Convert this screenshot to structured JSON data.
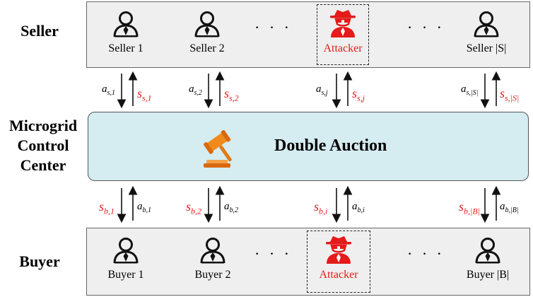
{
  "rows": {
    "seller_label": "Seller",
    "center_label_lines": [
      "Microgrid",
      "Control",
      "Center"
    ],
    "buyer_label": "Buyer"
  },
  "center": {
    "title": "Double Auction",
    "icon": "gavel-icon"
  },
  "sellers": [
    {
      "name": "Seller 1",
      "icon": "user-tie-icon"
    },
    {
      "name": "Seller 2",
      "icon": "user-tie-icon"
    },
    {
      "name": "Attacker",
      "icon": "spy-icon"
    },
    {
      "name": "Seller |S|",
      "icon": "user-tie-icon"
    }
  ],
  "buyers": [
    {
      "name": "Buyer 1",
      "icon": "user-tie-icon"
    },
    {
      "name": "Buyer 2",
      "icon": "user-tie-icon"
    },
    {
      "name": "Attacker",
      "icon": "spy-icon"
    },
    {
      "name": "Buyer |B|",
      "icon": "user-tie-icon"
    }
  ],
  "ellipsis": "· · ·",
  "seller_links": [
    {
      "down": {
        "base": "a",
        "sub": "s,1"
      },
      "up": {
        "base": "s",
        "sub": "s,1"
      }
    },
    {
      "down": {
        "base": "a",
        "sub": "s,2"
      },
      "up": {
        "base": "s",
        "sub": "s,2"
      }
    },
    {
      "down": {
        "base": "a",
        "sub": "s,j"
      },
      "up": {
        "base": "s",
        "sub": "s,j"
      }
    },
    {
      "down": {
        "base": "a",
        "sub": "s,|S|"
      },
      "up": {
        "base": "s",
        "sub": "s,|S|"
      }
    }
  ],
  "buyer_links": [
    {
      "down": {
        "base": "s",
        "sub": "b,1"
      },
      "up": {
        "base": "a",
        "sub": "b,1"
      }
    },
    {
      "down": {
        "base": "s",
        "sub": "b,2"
      },
      "up": {
        "base": "a",
        "sub": "b,2"
      }
    },
    {
      "down": {
        "base": "s",
        "sub": "b,i"
      },
      "up": {
        "base": "a",
        "sub": "b,i"
      }
    },
    {
      "down": {
        "base": "s",
        "sub": "b,|B|"
      },
      "up": {
        "base": "a",
        "sub": "b,|B|"
      }
    }
  ],
  "colors": {
    "attacker": "#e51a1a",
    "center_fill": "#d5ecf1",
    "panel_fill": "#efefef"
  }
}
